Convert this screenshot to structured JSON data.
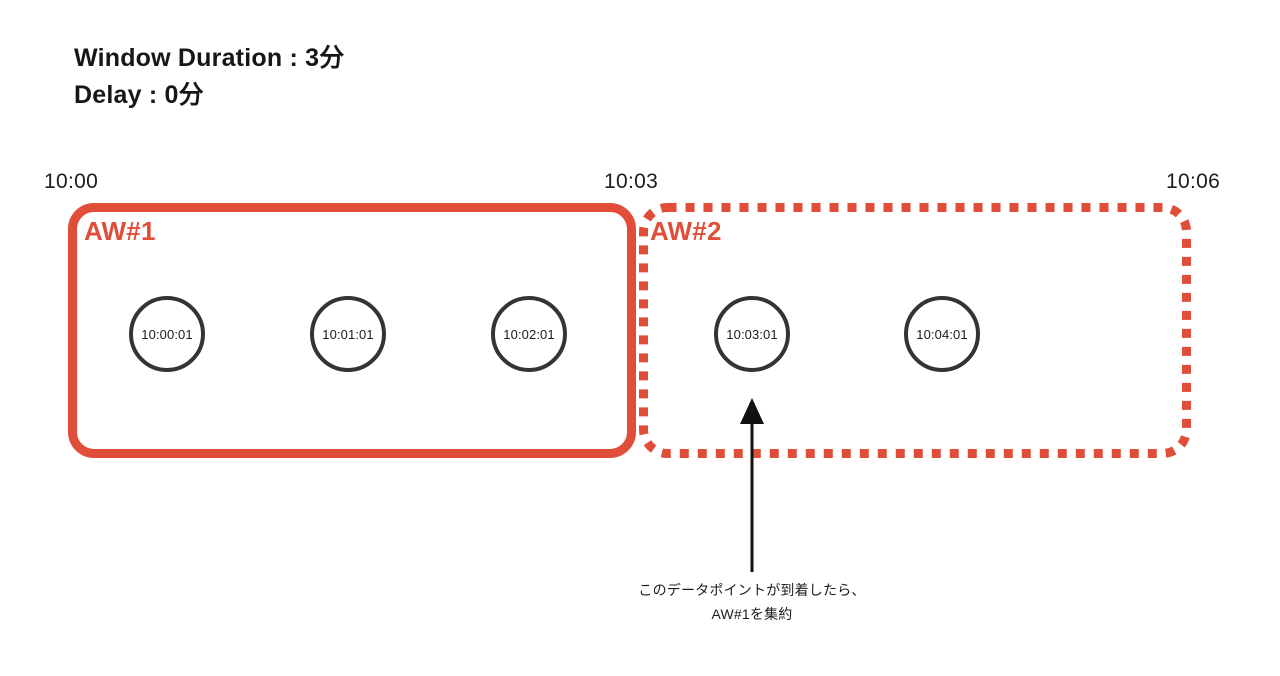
{
  "heading": {
    "line1": "Window Duration : 3分",
    "line2": "Delay : 0分"
  },
  "timeline": {
    "ticks": [
      {
        "label": "10:00"
      },
      {
        "label": "10:03"
      },
      {
        "label": "10:06"
      }
    ]
  },
  "windows": [
    {
      "name": "AW#1",
      "style": "solid"
    },
    {
      "name": "AW#2",
      "style": "dashed"
    }
  ],
  "datapoints": [
    {
      "time": "10:00:01",
      "window": "AW#1"
    },
    {
      "time": "10:01:01",
      "window": "AW#1"
    },
    {
      "time": "10:02:01",
      "window": "AW#1"
    },
    {
      "time": "10:03:01",
      "window": "AW#2"
    },
    {
      "time": "10:04:01",
      "window": "AW#2"
    }
  ],
  "annotation": {
    "line1": "このデータポイントが到着したら、",
    "line2": "AW#1を集約",
    "target_time": "10:03:01"
  },
  "colors": {
    "accent_red": "#e04e3a",
    "circle_stroke": "#343434",
    "text": "#1c1c1c",
    "background": "#ffffff"
  }
}
